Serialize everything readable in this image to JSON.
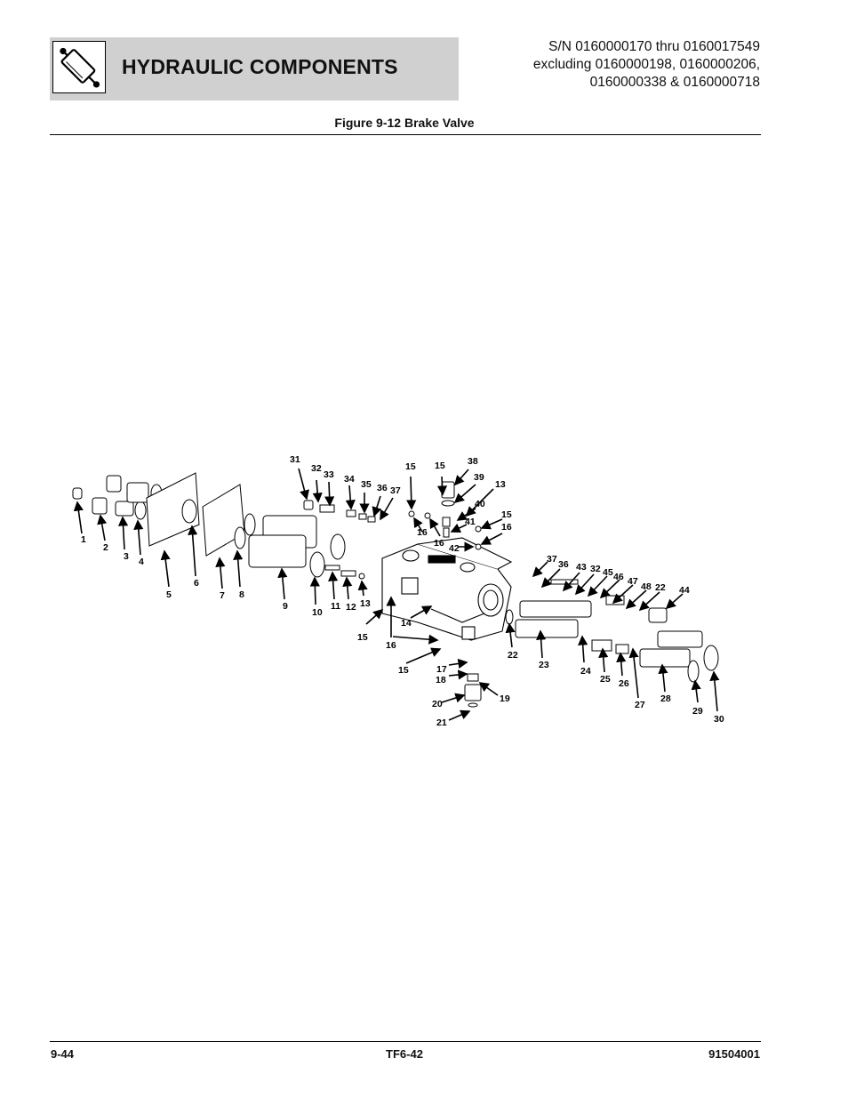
{
  "header": {
    "section_title": "HYDRAULIC COMPONENTS",
    "section_icon": "hydraulic-cylinder-icon",
    "serial_lines": [
      "S/N 0160000170 thru 0160017549",
      "excluding 0160000198, 0160000206,",
      "0160000338 & 0160000718"
    ]
  },
  "figure": {
    "caption": "Figure 9-12 Brake Valve",
    "callouts": [
      "1",
      "2",
      "3",
      "4",
      "5",
      "6",
      "7",
      "8",
      "9",
      "10",
      "11",
      "12",
      "13",
      "14",
      "15",
      "16",
      "17",
      "18",
      "19",
      "20",
      "21",
      "22",
      "23",
      "24",
      "25",
      "26",
      "27",
      "28",
      "29",
      "30",
      "31",
      "32",
      "33",
      "34",
      "35",
      "36",
      "37",
      "38",
      "39",
      "40",
      "41",
      "42",
      "43",
      "44",
      "45",
      "46",
      "47",
      "48"
    ]
  },
  "footer": {
    "page_number": "9-44",
    "doc_code": "TF6-42",
    "part_number": "91504001"
  }
}
